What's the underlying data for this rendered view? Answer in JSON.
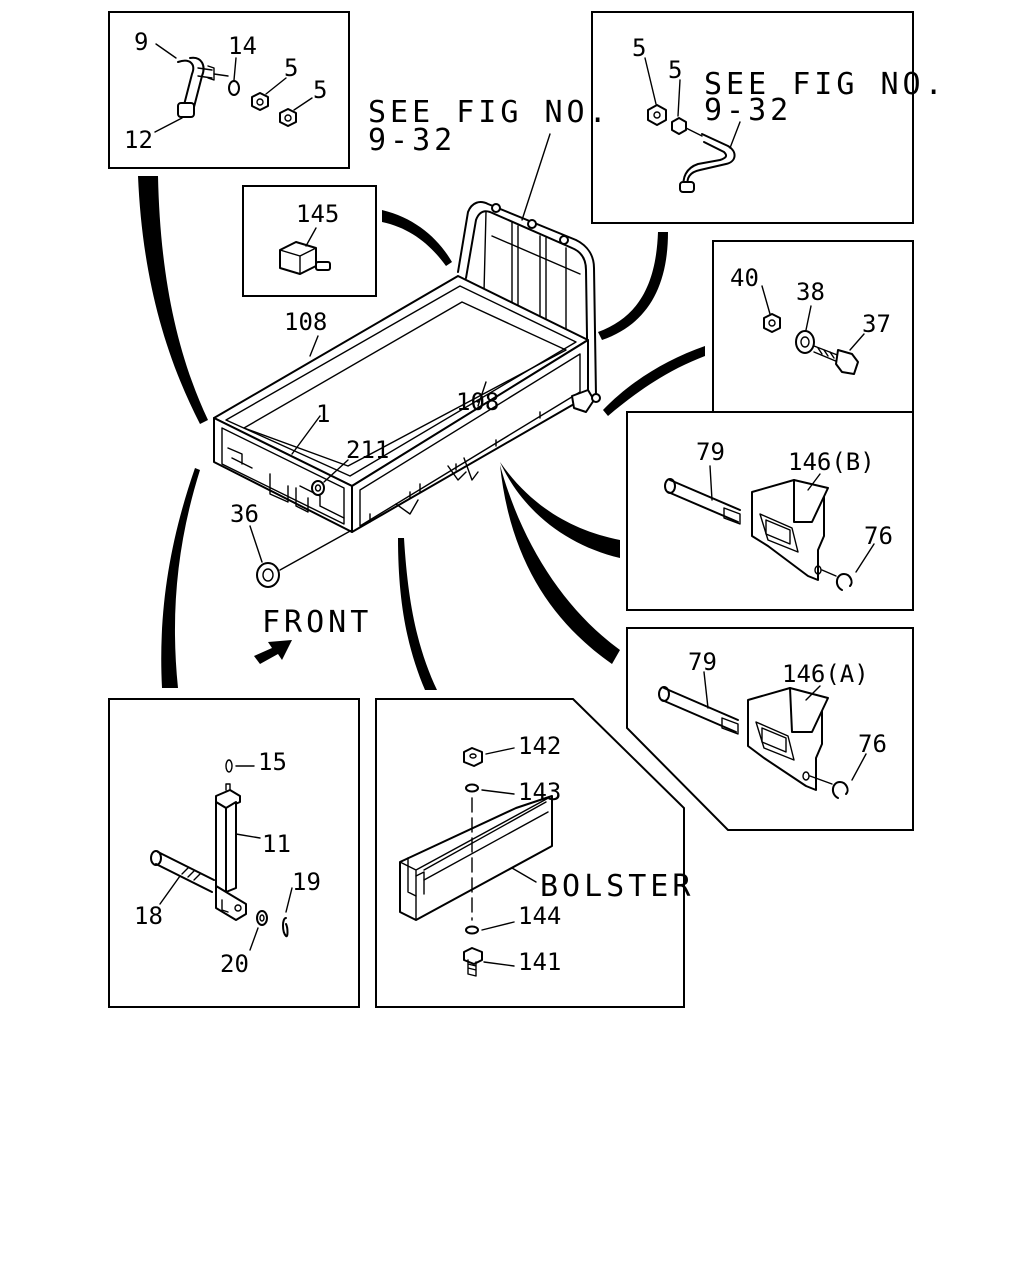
{
  "labels": {
    "tl_9": "9",
    "tl_14": "14",
    "tl_5a": "5",
    "tl_5b": "5",
    "tl_12": "12",
    "tr_5a": "5",
    "tr_5b": "5",
    "p145": "145",
    "r40": "40",
    "r38": "38",
    "r37": "37",
    "b_79": "79",
    "b_146": "146(B)",
    "b_76": "76",
    "a_79": "79",
    "a_146": "146(A)",
    "a_76": "76",
    "main_108a": "108",
    "main_108b": "108",
    "main_1": "1",
    "main_211": "211",
    "main_36": "36",
    "bl_15": "15",
    "bl_11": "11",
    "bl_19": "19",
    "bl_18": "18",
    "bl_20": "20",
    "bm_142": "142",
    "bm_143": "143",
    "bm_144": "144",
    "bm_141": "141"
  },
  "notes": {
    "see_fig_main_1": "SEE FIG NO.",
    "see_fig_main_2": "9-32",
    "see_fig_tr_1": "SEE FIG NO.",
    "see_fig_tr_2": "9-32",
    "front": "FRONT",
    "bolster": "BOLSTER"
  }
}
